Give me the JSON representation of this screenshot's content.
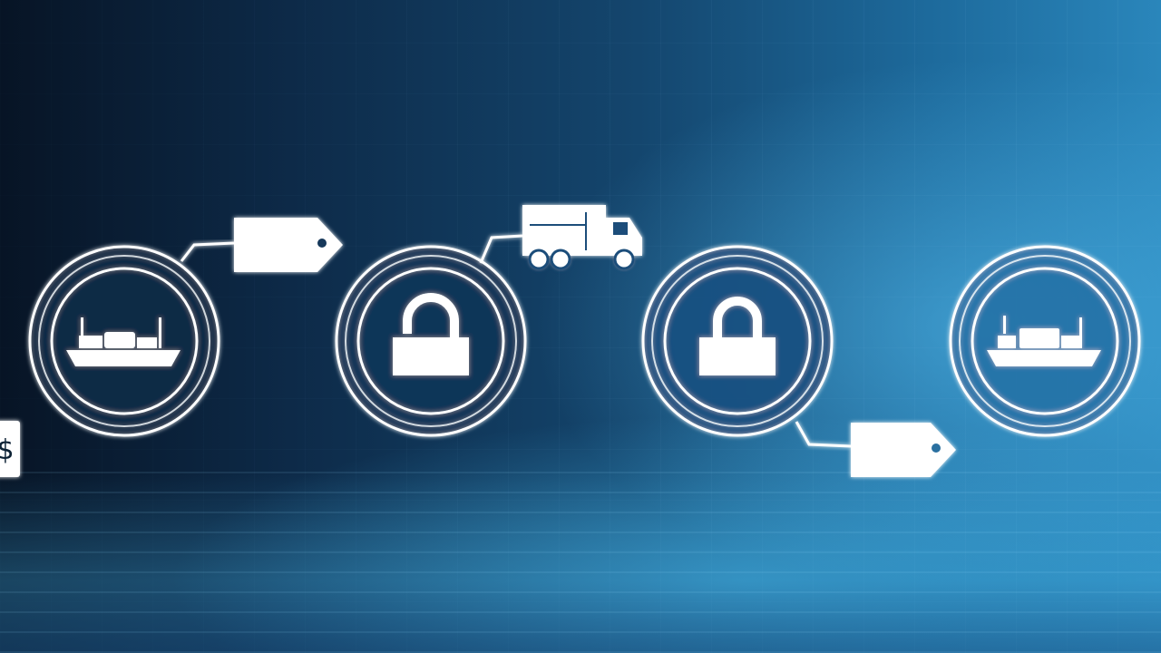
{
  "nodes": [
    {
      "id": "node-1",
      "icon": "cargo-ship-icon"
    },
    {
      "id": "node-2",
      "icon": "padlock-icon"
    },
    {
      "id": "node-3",
      "icon": "padlock-icon"
    },
    {
      "id": "node-4",
      "icon": "cargo-ship-icon"
    }
  ],
  "tags": [
    {
      "id": "tag-1",
      "icon": "price-tag-icon"
    },
    {
      "id": "tag-2",
      "icon": "price-tag-icon"
    }
  ],
  "truck": {
    "icon": "delivery-truck-icon"
  },
  "currency": {
    "icon": "dollar-sign-icon",
    "symbol": "$"
  },
  "colors": {
    "background_dark": "#071425",
    "background_light": "#2a86bb",
    "icon_white": "#ffffff",
    "glow": "#56bef0"
  }
}
